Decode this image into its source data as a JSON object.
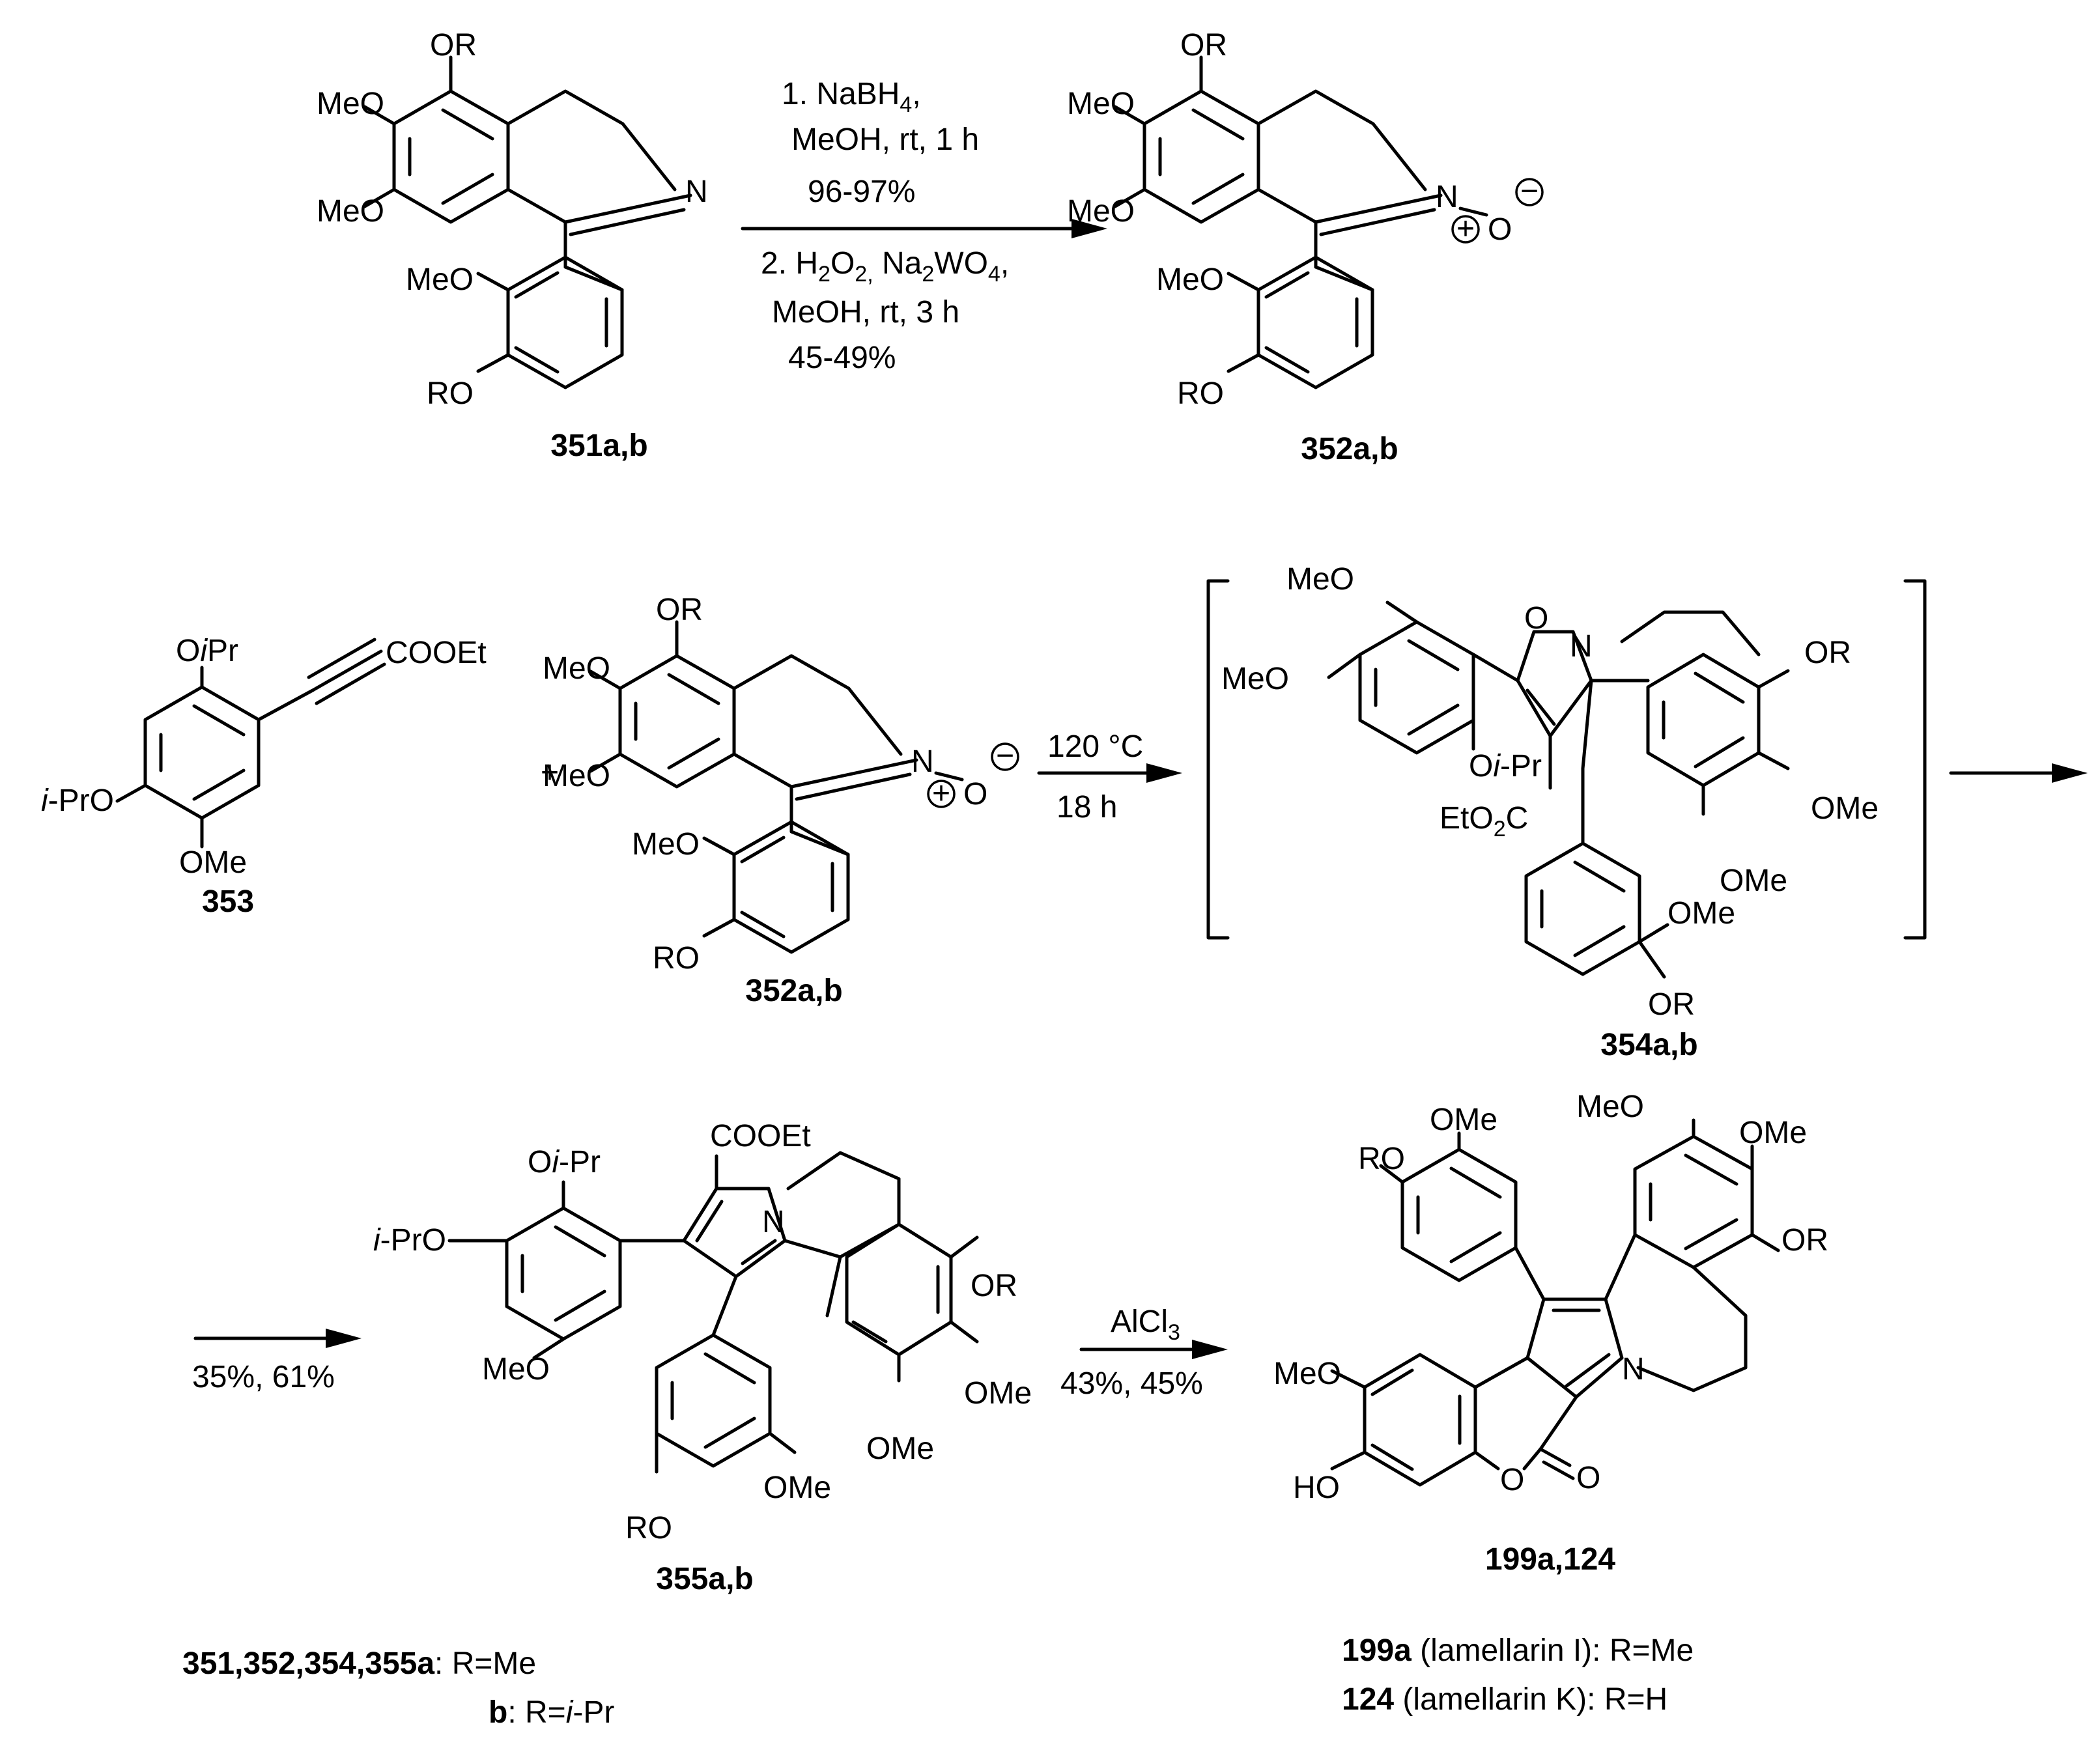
{
  "row1": {
    "sm": {
      "label": "351a,b",
      "or_top": "OR",
      "meo_1": "MeO",
      "meo_2": "MeO",
      "meo_3": "MeO",
      "ro": "RO",
      "n": "N"
    },
    "cond": {
      "c1": "1. NaBH",
      "c1_sub": "4",
      "c1_comma": ",",
      "c2": "MeOH, rt, 1 h",
      "c3": "96-97%",
      "c4a": "2. H",
      "c4b": "2",
      "c4c": "O",
      "c4d": "2,",
      "c4e": " Na",
      "c4f": "2",
      "c4g": "WO",
      "c4h": "4",
      "c4i": ",",
      "c5": "MeOH, rt, 3 h",
      "c6": "45-49%"
    },
    "prod": {
      "label": "352a,b",
      "or_top": "OR",
      "meo_1": "MeO",
      "meo_2": "MeO",
      "meo_3": "MeO",
      "ro": "RO",
      "n": "N",
      "o": "O",
      "plus": "+",
      "minus": "−"
    }
  },
  "row2": {
    "alkyne": {
      "label": "353",
      "oipr_o": "O",
      "oipr_i": "i",
      "oipr_pr": "Pr",
      "cooet": "COOEt",
      "ipro_i": "i",
      "ipro_rest": "-PrO",
      "ome": "OMe"
    },
    "plus_sign": "+",
    "nitrone": {
      "label": "352a,b",
      "or_top": "OR",
      "meo_1": "MeO",
      "meo_2": "MeO",
      "meo_3": "MeO",
      "ro": "RO",
      "n": "N",
      "o": "O",
      "plus": "+",
      "minus": "−"
    },
    "cond": {
      "temp": "120 °C",
      "time": "18 h"
    },
    "inter": {
      "label": "354a,b",
      "meo_1": "MeO",
      "meo_2": "MeO",
      "o_ring": "O",
      "n_ring": "N",
      "or_right": "OR",
      "ome_1": "OMe",
      "ome_2": "OMe",
      "ome_3": "OMe",
      "oipr_o": "O",
      "oipr_i": "i",
      "oipr_pr": "-Pr",
      "eto2c_a": "EtO",
      "eto2c_b": "2",
      "eto2c_c": "C",
      "or_bottom": "OR"
    }
  },
  "row3": {
    "cond1": {
      "yield": "35%, 61%"
    },
    "pyrrole": {
      "label": "355a,b",
      "oipr_o": "O",
      "oipr_i": "i",
      "oipr_pr": "-Pr",
      "cooet": "COOEt",
      "ipro_i": "i",
      "ipro_rest": "-PrO",
      "meo": "MeO",
      "n": "N",
      "or_right": "OR",
      "ome_1": "OMe",
      "ome_2": "OMe",
      "ome_3": "OMe",
      "ro": "RO"
    },
    "cond2": {
      "reagent": "AlCl",
      "reagent_sub": "3",
      "yield": "43%, 45%"
    },
    "final": {
      "label": "199a,124",
      "ro": "RO",
      "ome_1": "OMe",
      "meo_1": "MeO",
      "ome_2": "OMe",
      "or_right": "OR",
      "meo_2": "MeO",
      "n": "N",
      "ho": "HO",
      "o_ring": "O",
      "o_co": "O"
    }
  },
  "legend": {
    "l1_bold": "351,352,354,355a",
    "l1_rest": ": R=Me",
    "l2_bold": "b",
    "l2_a": ": R=",
    "l2_i": "i",
    "l2_b": "-Pr",
    "r1_bold": "199a",
    "r1_rest": " (lamellarin I): R=Me",
    "r2_bold": "124",
    "r2_rest": " (lamellarin K): R=H"
  }
}
